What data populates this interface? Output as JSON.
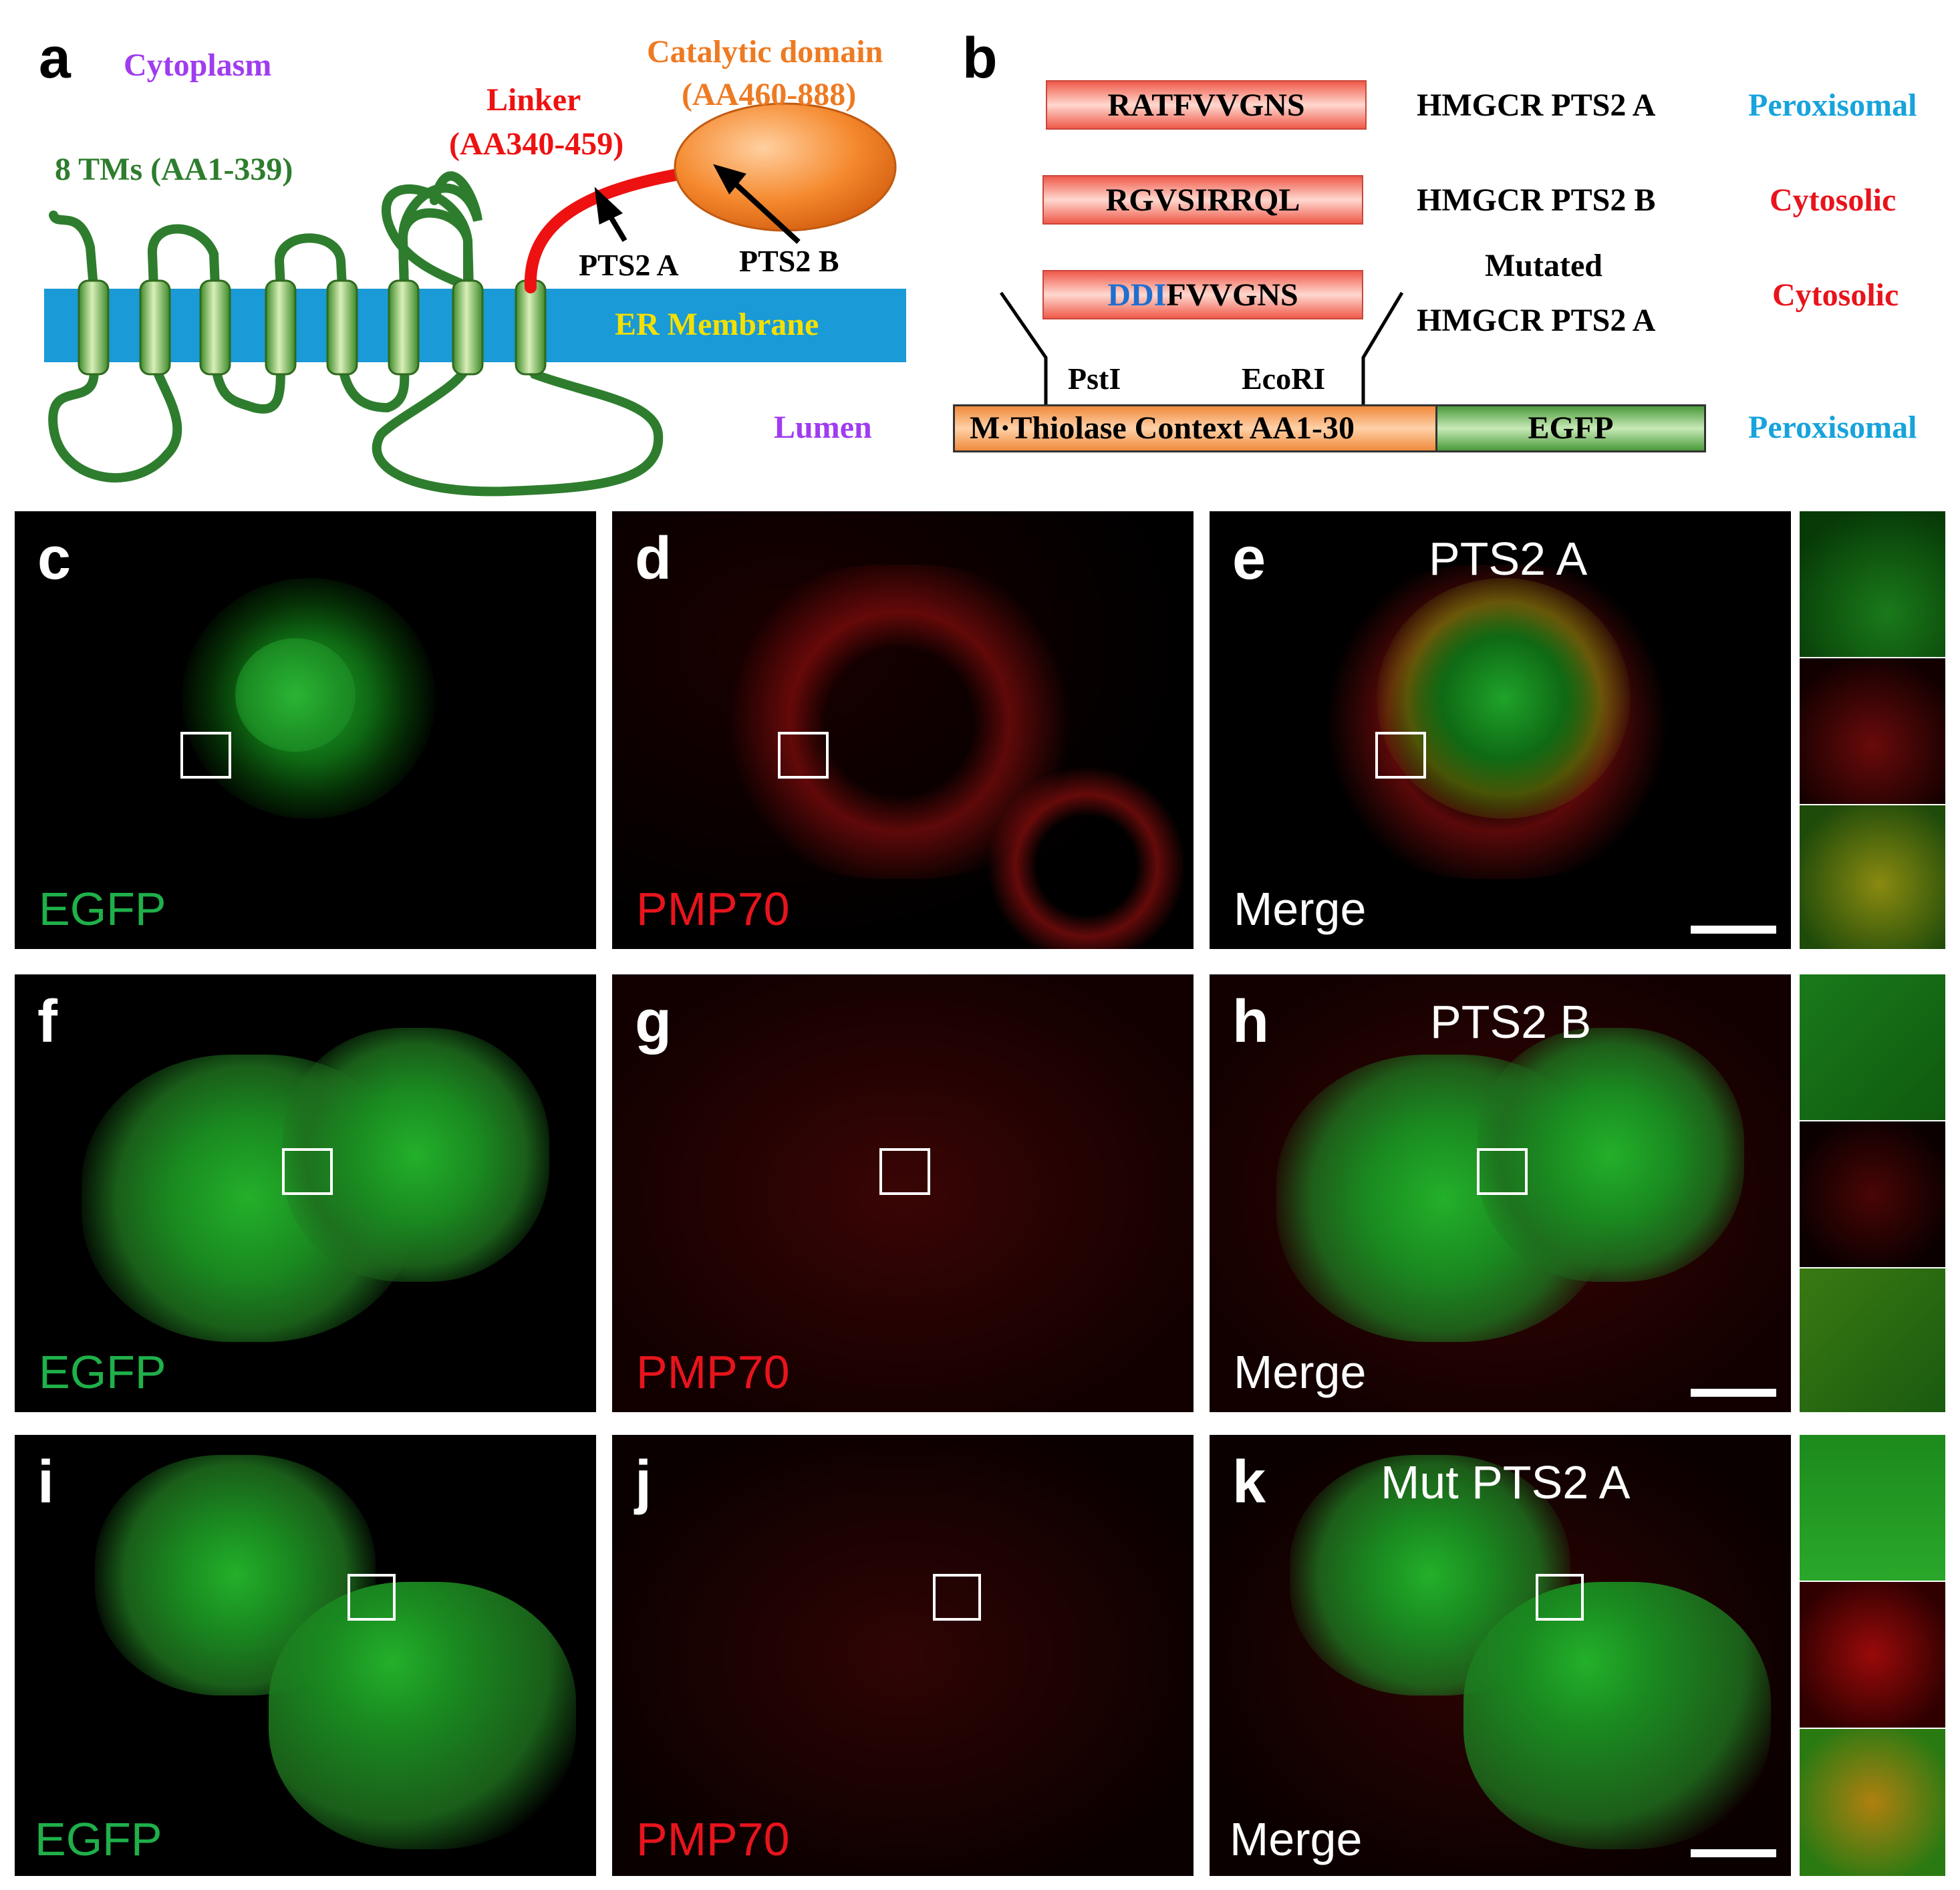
{
  "panel_a": {
    "letter": "a",
    "cytoplasm": "Cytoplasm",
    "tms": "8 TMs (AA1-339)",
    "linker_1": "Linker",
    "linker_2": "(AA340-459)",
    "catalytic_1": "Catalytic domain",
    "catalytic_2": "(AA460-888)",
    "pts2a": "PTS2 A",
    "pts2b": "PTS2 B",
    "membrane": "ER Membrane",
    "lumen": "Lumen",
    "colors": {
      "membrane": "#1a9ad6",
      "tm_green": "#2e7d2e",
      "linker": "#ee1111",
      "catalytic": "#ee7a22",
      "purple": "#a03cf0"
    }
  },
  "panel_b": {
    "letter": "b",
    "rows": [
      {
        "seq": "RATFVVGNS",
        "name": "HMGCR PTS2 A",
        "loc": "Peroxisomal"
      },
      {
        "seq": "RGVSIRRQL",
        "name": "HMGCR PTS2 B",
        "loc": "Cytosolic"
      },
      {
        "seq_prefix": "DDI",
        "seq_rest": "FVVGNS",
        "name_1": "Mutated",
        "name_2": "HMGCR PTS2 A",
        "loc": "Cytosolic"
      }
    ],
    "psti": "PstI",
    "ecori": "EcoRI",
    "construct_left": "M·Thiolase Context AA1-30",
    "construct_right": "EGFP",
    "construct_loc": "Peroxisomal",
    "colors": {
      "peroxisomal": "#17a3dc",
      "cytosolic": "#e8141c",
      "mut": "#1f6fd0"
    }
  },
  "micrographs": {
    "rows": [
      {
        "letters": [
          "c",
          "d",
          "e"
        ],
        "channels": [
          "EGFP",
          "PMP70",
          "Merge"
        ],
        "condition": "PTS2 A"
      },
      {
        "letters": [
          "f",
          "g",
          "h"
        ],
        "channels": [
          "EGFP",
          "PMP70",
          "Merge"
        ],
        "condition": "PTS2 B"
      },
      {
        "letters": [
          "i",
          "j",
          "k"
        ],
        "channels": [
          "EGFP",
          "PMP70",
          "Merge"
        ],
        "condition": "Mut PTS2 A"
      }
    ],
    "colors": {
      "egfp": "#1fb04a",
      "pmp70": "#e8141c"
    }
  }
}
